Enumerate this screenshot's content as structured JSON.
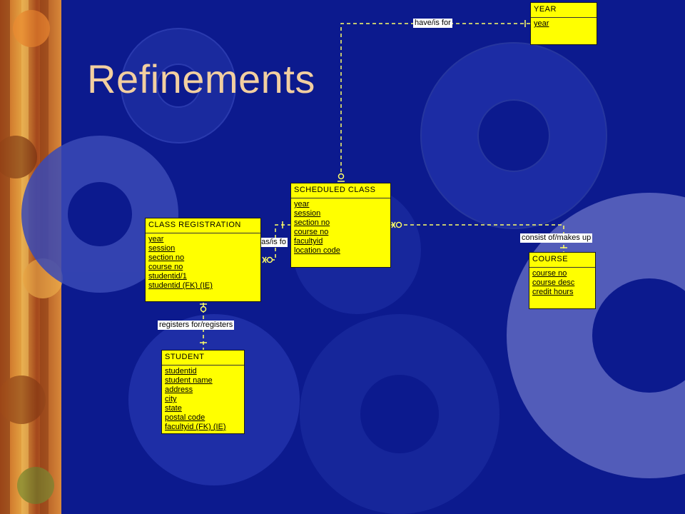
{
  "slide": {
    "title": "Refinements",
    "colors": {
      "background": "#0c1a8e",
      "title": "#f2cfa0",
      "entity": "#ffff00",
      "connector": "#ffff66"
    }
  },
  "entities": {
    "year": {
      "name": "YEAR",
      "attributes": [
        "year"
      ]
    },
    "scheduled_class": {
      "name": "SCHEDULED CLASS",
      "attributes": [
        "year",
        "session",
        "section no",
        "course no",
        "facultyid",
        "location code"
      ]
    },
    "class_registration": {
      "name": "CLASS REGISTRATION",
      "attributes": [
        "year",
        "session",
        "section no",
        "course no",
        "studentid/1",
        "studentid (FK) (IE)"
      ]
    },
    "course": {
      "name": "COURSE",
      "attributes": [
        "course no",
        "course desc",
        "credit hours"
      ]
    },
    "student": {
      "name": "STUDENT",
      "attributes": [
        "studentid",
        "student name",
        "address",
        "city",
        "state",
        "postal code",
        "facultyid (FK) (IE)"
      ]
    }
  },
  "relationships": {
    "year_scheduled": "have/is for",
    "scheduled_registration": "has/is fo",
    "course_scheduled": "consist of/makes up",
    "student_registration": "registers for/registers"
  }
}
